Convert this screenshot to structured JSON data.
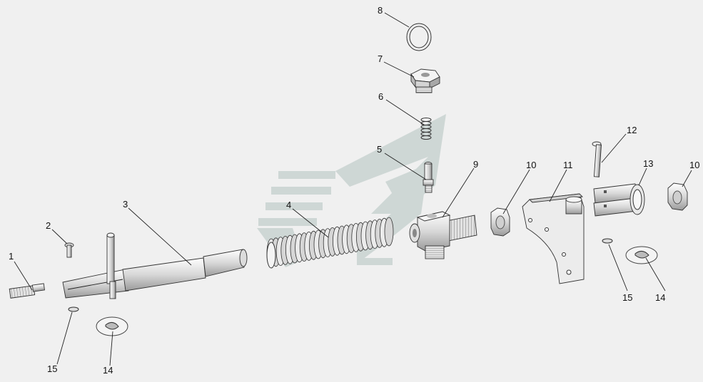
{
  "diagram": {
    "callouts": [
      {
        "id": "c1",
        "text": "1"
      },
      {
        "id": "c2",
        "text": "2"
      },
      {
        "id": "c3",
        "text": "3"
      },
      {
        "id": "c4",
        "text": "4"
      },
      {
        "id": "c5",
        "text": "5"
      },
      {
        "id": "c6",
        "text": "6"
      },
      {
        "id": "c7",
        "text": "7"
      },
      {
        "id": "c8",
        "text": "8"
      },
      {
        "id": "c9",
        "text": "9"
      },
      {
        "id": "c10a",
        "text": "10"
      },
      {
        "id": "c10b",
        "text": "10"
      },
      {
        "id": "c11",
        "text": "11"
      },
      {
        "id": "c12",
        "text": "12"
      },
      {
        "id": "c13",
        "text": "13"
      },
      {
        "id": "c14a",
        "text": "14"
      },
      {
        "id": "c14b",
        "text": "14"
      },
      {
        "id": "c15a",
        "text": "15"
      },
      {
        "id": "c15b",
        "text": "15"
      }
    ]
  }
}
